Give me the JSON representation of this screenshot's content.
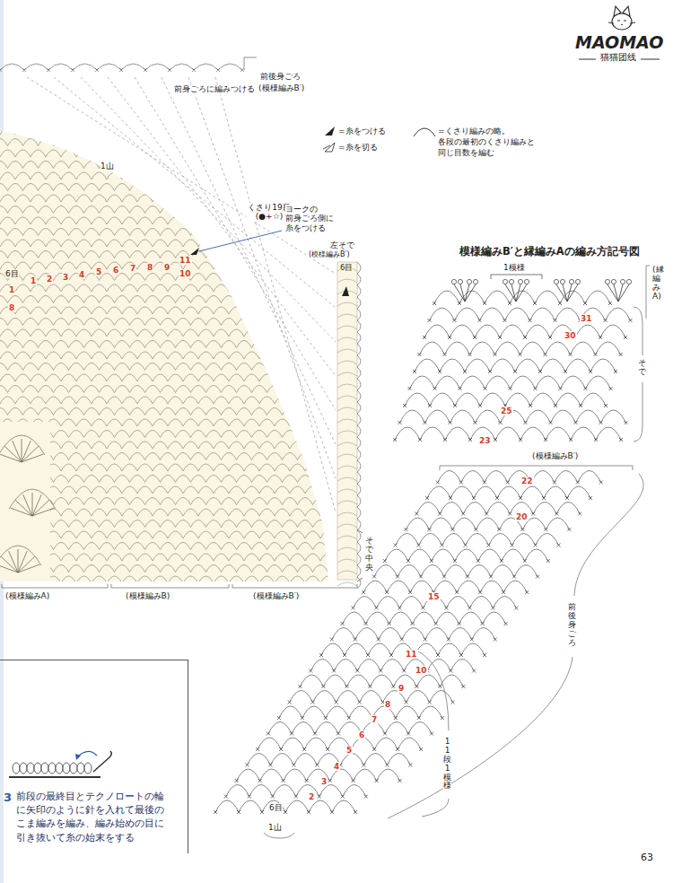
{
  "diagram": {
    "title": "模様編みB′と縁編みAの編み方記号図",
    "nodes": [
      {
        "text": [
          "3",
          "前段の最終目とテクノロートの輪 に矢印のように針を入れて最後の こま編みを編み、編み始めの目に 引き抜いて糸の始末をする"
        ]
      }
    ],
    "labels": [
      "前後身ごろ",
      "(模様編みB′)",
      "前身ごろに編みつける",
      "MAOMAO",
      "猫猫团线",
      "1山",
      "くさり19目 (●+☆)",
      "ヨークの 前身ごろ側に 糸をつける",
      "左そで",
      "(模様編みB′)",
      "6目",
      "6目",
      "1",
      "2",
      "3",
      "4",
      "5",
      "6",
      "7",
      "8",
      "9",
      "10",
      "11",
      "1",
      "8",
      "そで中央",
      "(模様編みA)",
      "(模様編みB)",
      "(模様編みB′)",
      "1模様",
      "(縁編みA)",
      "31",
      "30",
      "25",
      "23",
      "そで",
      "(模様編みB′)",
      "22",
      "20",
      "15",
      "11",
      "10",
      "9",
      "8",
      "7",
      "6",
      "5",
      "4",
      "3",
      "2",
      "6目",
      "1山",
      "前後身ごろ",
      "11段1模様",
      "63"
    ],
    "legend": [
      {
        "text": "=糸をつける"
      },
      {
        "text": "=糸を切る"
      },
      {
        "text": "=くさり編みの略。 各段の最初のくさり編みと 同じ目数を編む"
      }
    ]
  }
}
